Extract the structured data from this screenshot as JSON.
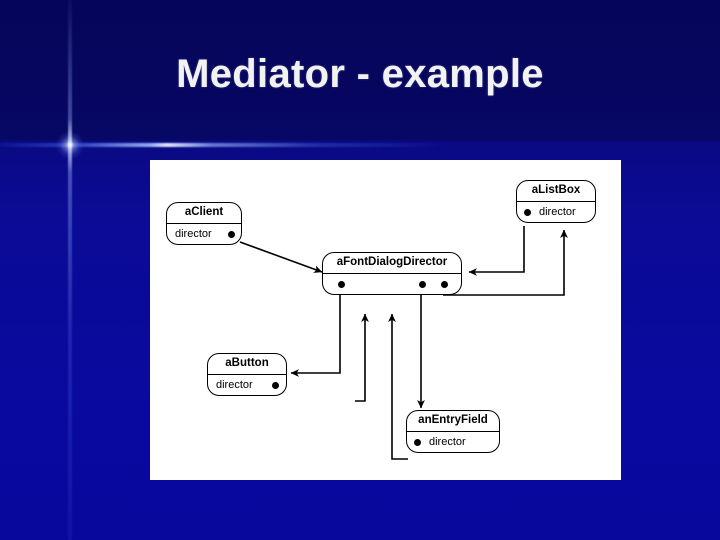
{
  "slide": {
    "title": "Mediator - example",
    "background_top_color": "#06065e",
    "background_bottom_color": "#0a0aa0",
    "panel_color": "#ffffff",
    "line_color": "#000000"
  },
  "diagram": {
    "type": "object-collaboration-diagram",
    "objects": [
      {
        "id": "aClient",
        "label": "aClient",
        "slot": "director"
      },
      {
        "id": "aListBox",
        "label": "aListBox",
        "slot": "director"
      },
      {
        "id": "aFontDialogDirector",
        "label": "aFontDialogDirector",
        "slot": ""
      },
      {
        "id": "aButton",
        "label": "aButton",
        "slot": "director"
      },
      {
        "id": "anEntryField",
        "label": "anEntryField",
        "slot": "director"
      }
    ],
    "links": [
      {
        "from": "aClient",
        "to": "aFontDialogDirector"
      },
      {
        "from": "aListBox",
        "to": "aFontDialogDirector"
      },
      {
        "from": "aFontDialogDirector",
        "to": "aListBox"
      },
      {
        "from": "aButton",
        "to": "aFontDialogDirector"
      },
      {
        "from": "aFontDialogDirector",
        "to": "aButton"
      },
      {
        "from": "anEntryField",
        "to": "aFontDialogDirector"
      },
      {
        "from": "aFontDialogDirector",
        "to": "anEntryField"
      }
    ]
  }
}
